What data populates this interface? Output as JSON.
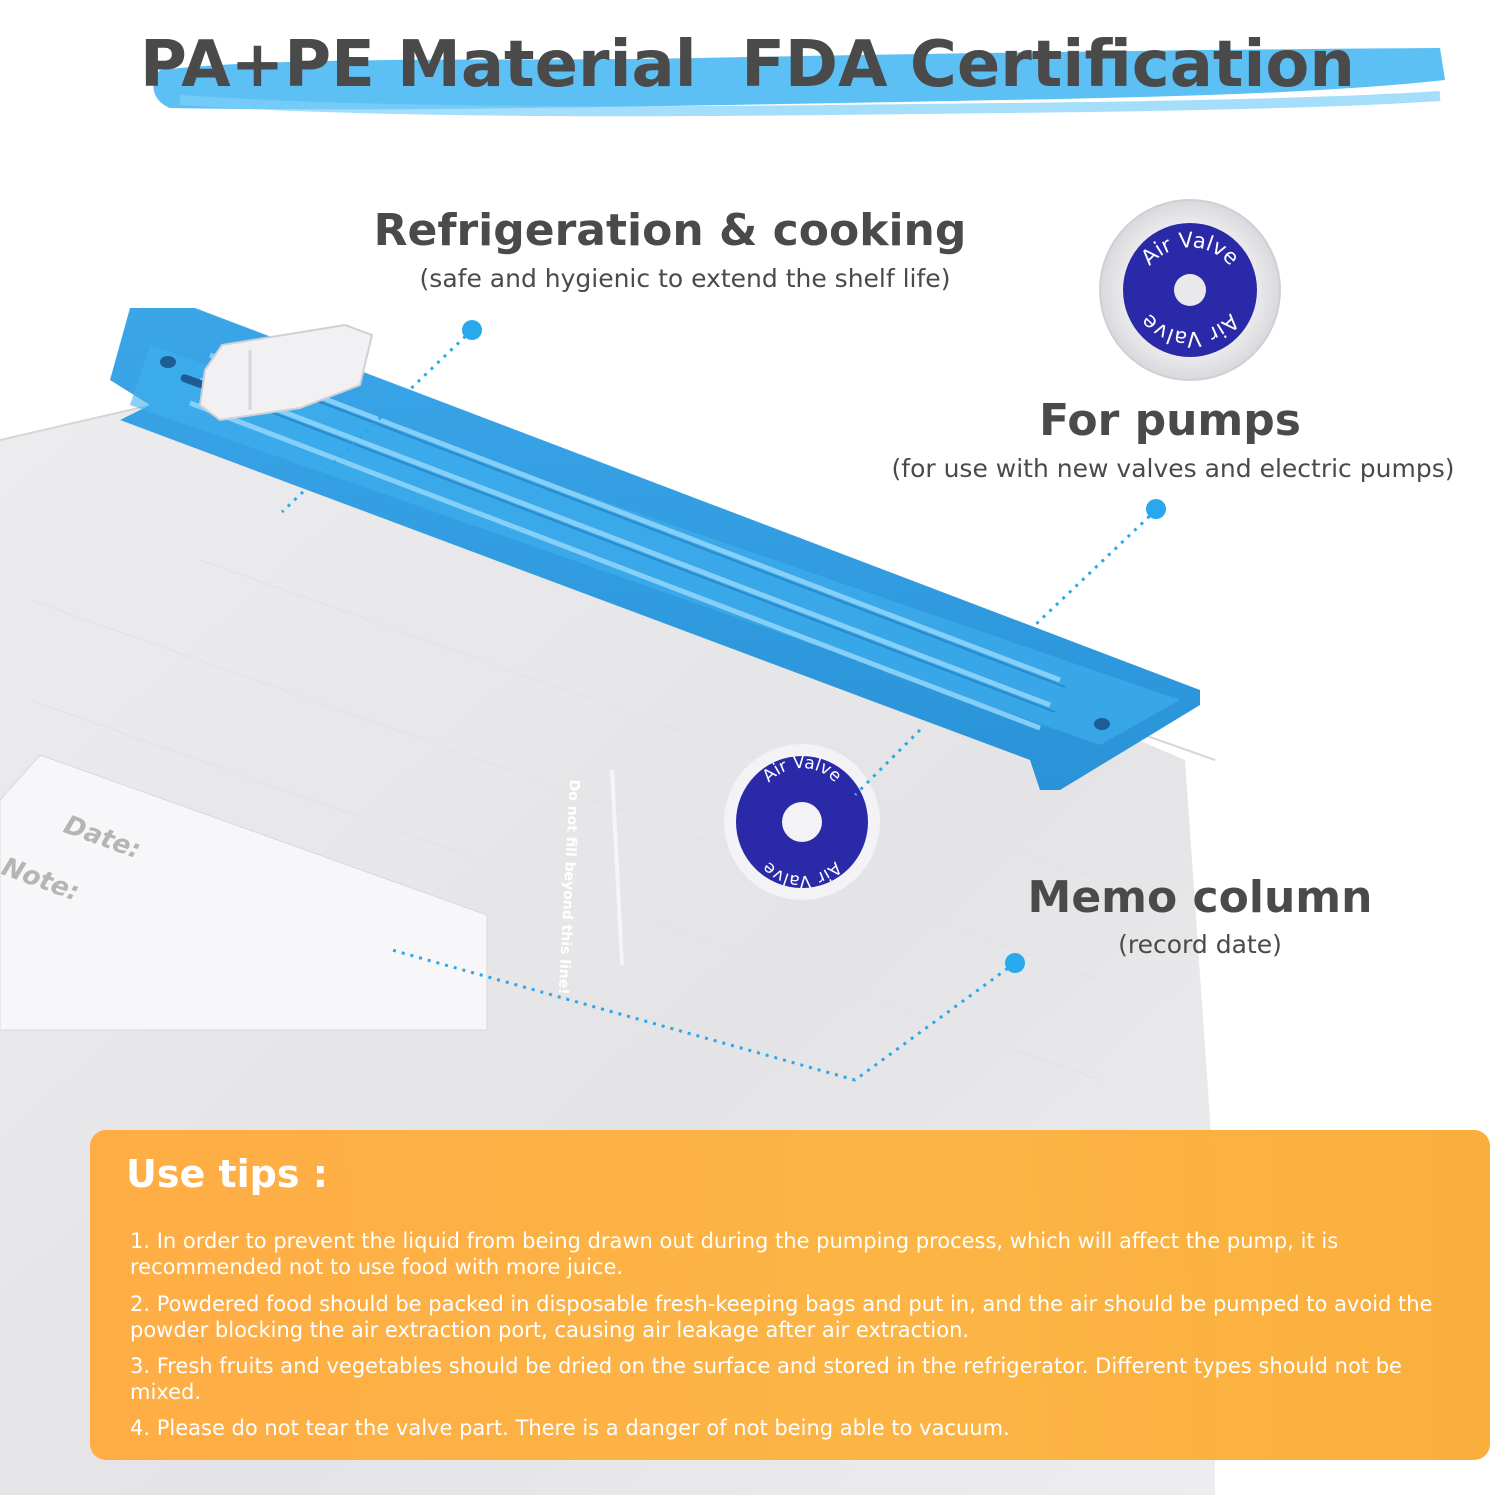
{
  "headline": "PA+PE Material  FDA Certification",
  "features": {
    "refrigeration": {
      "title": "Refrigeration & cooking",
      "subtitle": "(safe and hygienic to extend the shelf life)"
    },
    "pumps": {
      "title": "For pumps",
      "subtitle": "(for use with new valves and electric pumps)"
    },
    "memo": {
      "title": "Memo column",
      "subtitle": "(record date)"
    }
  },
  "valve": {
    "label_top": "Air Valve",
    "label_bottom": "Air Valve"
  },
  "bag": {
    "date_label": "Date:",
    "note_label": "Note:",
    "fill_warning": "Do not fill beyond this line!"
  },
  "tips": {
    "title": "Use tips :",
    "items": [
      "1. In order to prevent the liquid from being drawn out during the pumping process, which will affect the pump, it is recommended not to use food with more juice.",
      "2. Powdered food should be packed in disposable fresh-keeping bags and put in, and the air should be pumped to avoid the powder blocking the air extraction port, causing air leakage after air extraction.",
      "3. Fresh fruits and vegetables should be dried on the surface and stored in the refrigerator. Different types should not be mixed.",
      "4. Please do not tear the valve part. There is a danger of not being able to vacuum."
    ]
  },
  "colors": {
    "brush_blue": "#5cc0f5",
    "zipper_blue": "#2f9fe3",
    "dot_blue": "#29a9ec",
    "valve_navy": "#2a2aa8",
    "tips_orange": "#fdaa3c",
    "text_gray": "#4a4a4a"
  }
}
